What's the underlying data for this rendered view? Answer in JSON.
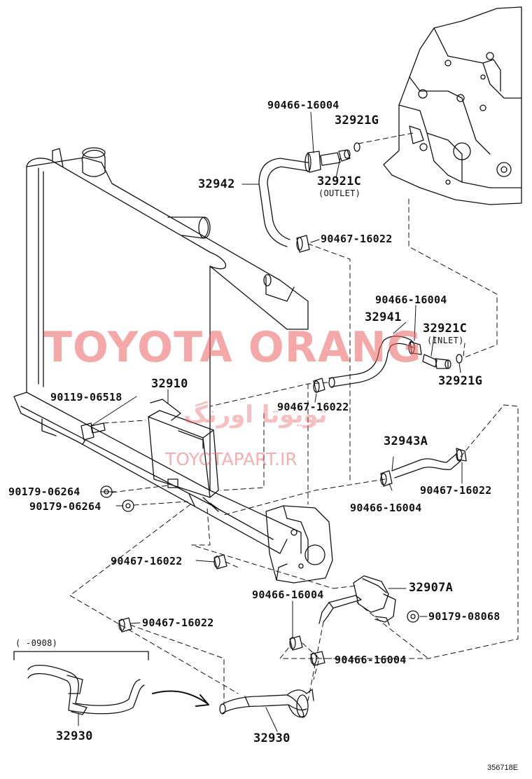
{
  "watermark": {
    "main": "TOYOTA ORANG",
    "persian": "تویوتا اورنگ",
    "url": "TOYOTAPART.IR"
  },
  "labels": {
    "clamp_top": "90466-16004",
    "ring_top": "32921G",
    "hose_top": "32942",
    "union_outlet": "32921C",
    "outlet_note": "(OUTLET)",
    "clamp_top_lower": "90467-16022",
    "clamp_mid": "90466-16004",
    "hose_mid": "32941",
    "union_inlet": "32921C",
    "inlet_note": "(INLET)",
    "ring_mid": "32921G",
    "cooler": "32910",
    "bolt": "90119-06518",
    "clamp_cooler": "90467-16022",
    "hose_a": "32943A",
    "nut_1": "90179-06264",
    "nut_2": "90179-06264",
    "clamp_a_right": "90467-16022",
    "clamp_a_left": "90466-16004",
    "clamp_left_upper": "90467-16022",
    "pipe": "32907A",
    "clamp_lower_left": "90466-16004",
    "nut_pipe": "90179-08068",
    "clamp_left_lower": "90467-16022",
    "clamp_bottom": "90466-16004",
    "range_note": "(  -0908)",
    "hose_old": "32930",
    "hose_new": "32930"
  },
  "figure_code": "356718E"
}
